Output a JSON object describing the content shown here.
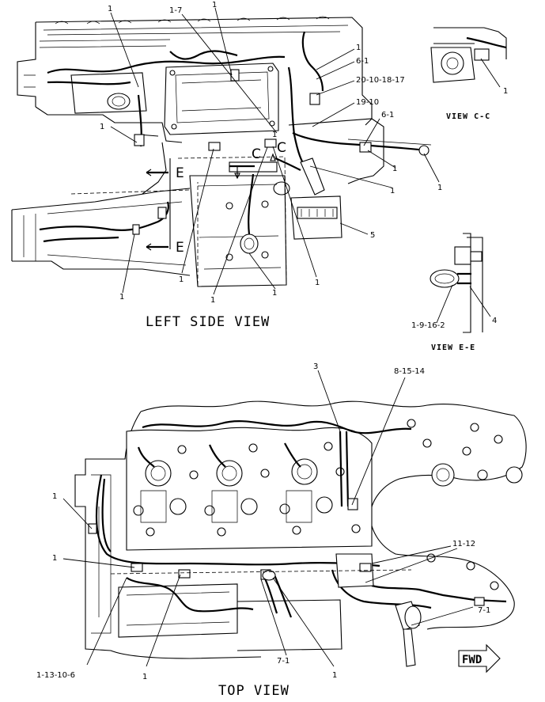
{
  "views": {
    "left_side": "LEFT SIDE VIEW",
    "top": "TOP VIEW",
    "view_cc": "VIEW C-C",
    "view_ee": "VIEW E-E"
  },
  "section_letters": {
    "c1": "C",
    "c2": "C",
    "e1": "E",
    "e2": "E"
  },
  "fwd_label": "FWD",
  "callouts_left": [
    "1",
    "1-7",
    "1",
    "1",
    "6-1",
    "20-10-18-17",
    "19-10",
    "6-1",
    "1",
    "1",
    "1",
    "1",
    "1",
    "5",
    "1",
    "1",
    "1",
    "1",
    "1"
  ],
  "callouts_views": [
    "1",
    "1-9-16-2",
    "4"
  ],
  "callouts_top": [
    "3",
    "8-15-14",
    "1",
    "1",
    "11-12",
    "7-1",
    "1-13-10-6",
    "1",
    "7-1",
    "1"
  ]
}
